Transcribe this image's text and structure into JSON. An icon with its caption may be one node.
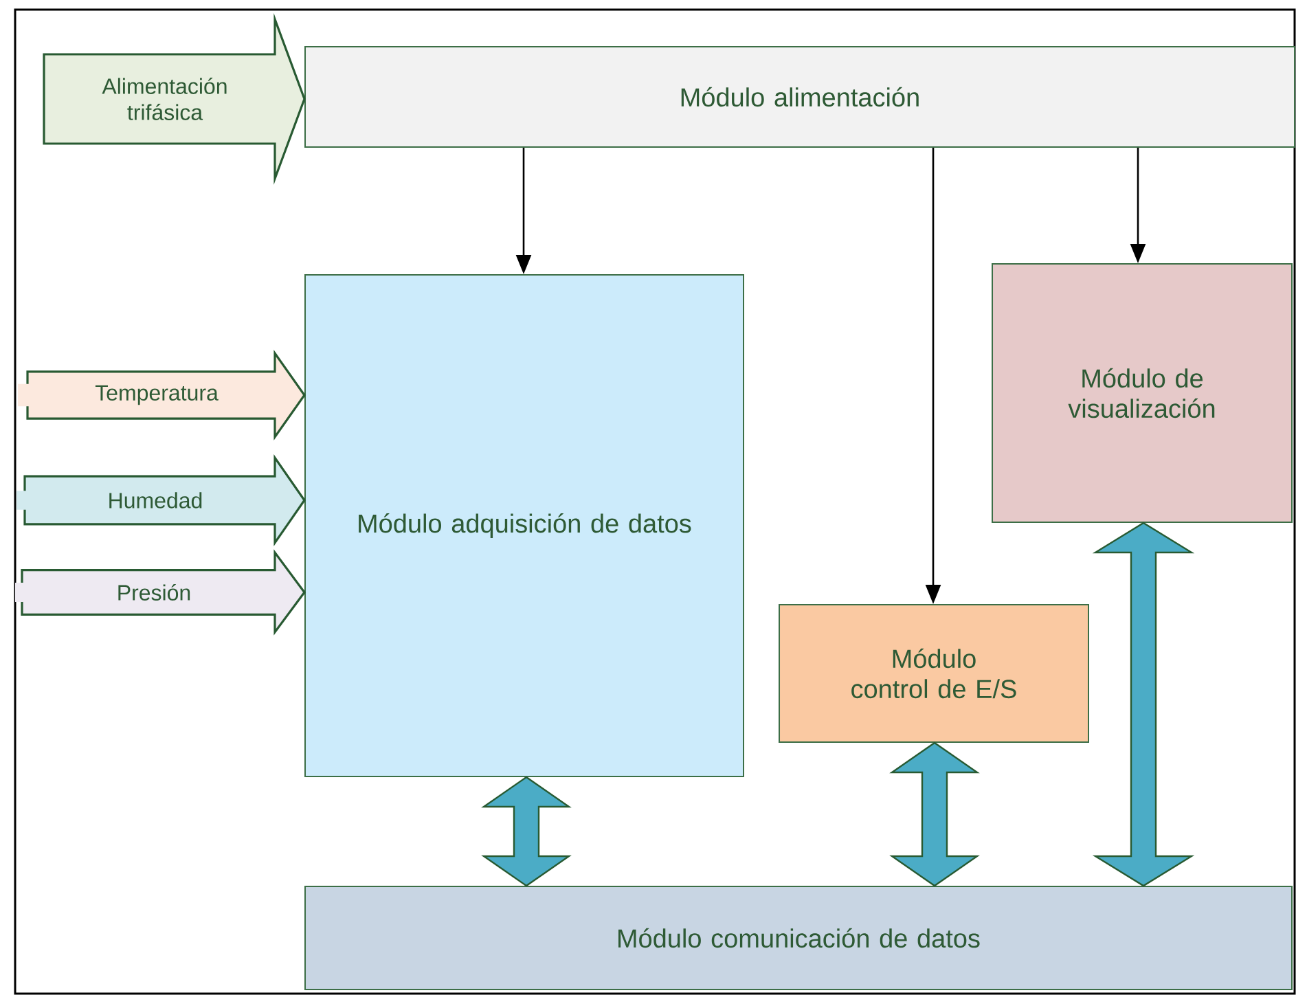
{
  "diagram": {
    "nodes": [
      {
        "text": [
          "Módulo alimentación"
        ]
      },
      {
        "text": [
          "Módulo adquisición de datos"
        ]
      },
      {
        "text": [
          "Módulo de visualización"
        ]
      },
      {
        "text": [
          "Módulo control de E/S"
        ]
      },
      {
        "text": [
          "Módulo comunicación de datos"
        ]
      }
    ],
    "edges": [
      {
        "from": 0,
        "to": 1,
        "arrow": "to"
      },
      {
        "from": 0,
        "to": 3,
        "arrow": "to"
      },
      {
        "from": 0,
        "to": 2,
        "arrow": "to"
      },
      {
        "from": 1,
        "to": 4,
        "arrow": "both",
        "style": "thick",
        "color": "#4bacc6"
      },
      {
        "from": 3,
        "to": 4,
        "arrow": "both",
        "style": "thick",
        "color": "#4bacc6"
      },
      {
        "from": 2,
        "to": 4,
        "arrow": "both",
        "style": "thick",
        "color": "#4bacc6"
      },
      {
        "from": null,
        "to": 0,
        "arrow": "to",
        "label": "Alimentación trifásica",
        "style": "thick",
        "color": "#e8efdf"
      },
      {
        "from": null,
        "to": 1,
        "arrow": "to",
        "label": "Temperatura",
        "style": "thick",
        "color": "#fce9de"
      },
      {
        "from": null,
        "to": 1,
        "arrow": "to",
        "label": "Humedad",
        "style": "thick",
        "color": "#d2eaee"
      },
      {
        "from": null,
        "to": 1,
        "arrow": "to",
        "label": "Presión",
        "style": "thick",
        "color": "#eeeaf2"
      }
    ]
  }
}
